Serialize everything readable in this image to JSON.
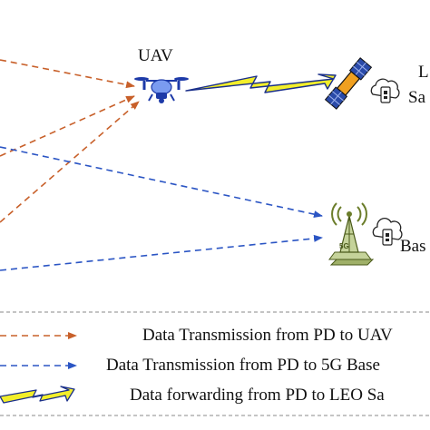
{
  "nodes": {
    "uav": {
      "label": "UAV"
    },
    "leo_satellite": {
      "label_line1": "L",
      "label_line2": "Sa"
    },
    "base_station": {
      "label": "Bas"
    }
  },
  "legend": {
    "orange_dashed": "Data Transmission from PD to UAV",
    "blue_dashed": "Data Transmission from PD to 5G Base",
    "lightning": "Data forwarding from PD to LEO Sa"
  },
  "colors": {
    "orange_link": "#c8602a",
    "blue_link": "#2b55c4",
    "lightning_fill": "#f2ee2a",
    "lightning_stroke": "#1a2f8a",
    "uav_body": "#7a9bf0",
    "tower_fill": "#c5d39a",
    "tower_stroke": "#4a5a1a",
    "satellite_panel": "#2a4aa8",
    "satellite_body": "#f0a020"
  },
  "icons": {
    "uav": "drone-icon",
    "satellite": "satellite-icon",
    "base_station": "5g-tower-icon",
    "cloud_device": "cloud-device-icon"
  }
}
